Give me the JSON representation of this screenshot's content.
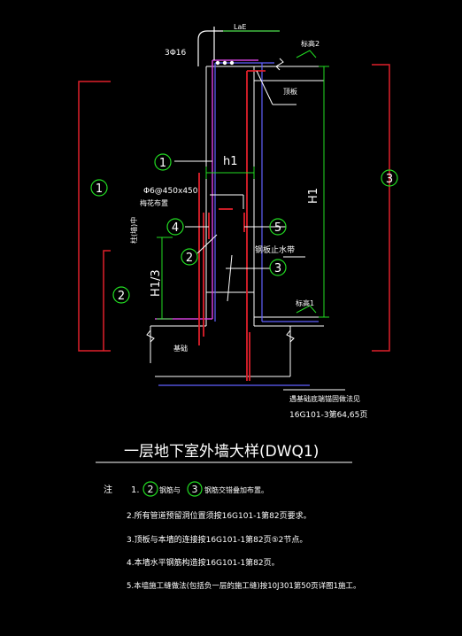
{
  "drawing": {
    "title": "一层地下室外墙大样(DWQ1)",
    "colors": {
      "background": "#000000",
      "red": "#e0202a",
      "magenta": "#d040d8",
      "blue": "#6060ff",
      "white": "#ffffff",
      "green": "#22dd22",
      "cyan": "#30d0d0"
    },
    "labels": {
      "rebar_top": "3Φ16",
      "lae": "LaE",
      "elev2": "标高2",
      "top_plate": "顶板",
      "h1": "h1",
      "stirrup": "Φ6@450x450",
      "stagger": "梅花布置",
      "side_text": "柱(墙)中",
      "H1": "H1",
      "H1_3": "H1/3",
      "water_stop": "钢板止水带",
      "elev1": "标高1",
      "foundation": "基础",
      "anchor_note": "遇基础底端锚固做法见",
      "anchor_ref": "16G101-3第64,65页"
    },
    "callouts": {
      "c1_left": "1",
      "c1_mid": "1",
      "c2_left": "2",
      "c2_mid": "2",
      "c3_right": "3",
      "c3_mid": "3",
      "c4": "4",
      "c5": "5"
    },
    "notes": {
      "prefix": "注",
      "n1_num": "1.",
      "n1_c2": "2",
      "n1_sep": "钢筋与",
      "n1_c3": "3",
      "n1_tail": "钢筋交错叠加布置。",
      "n2": "2.所有管道预留洞位置须按16G101-1第82页要求。",
      "n3": "3.顶板与本墙的连接按16G101-1第82页⑤2节点。",
      "n4": "4.本墙水平钢筋构造按16G101-1第82页。",
      "n5": "5.本墙施工缝做法(包括负一层的施工缝)按10J301第50页详图1施工。"
    }
  }
}
